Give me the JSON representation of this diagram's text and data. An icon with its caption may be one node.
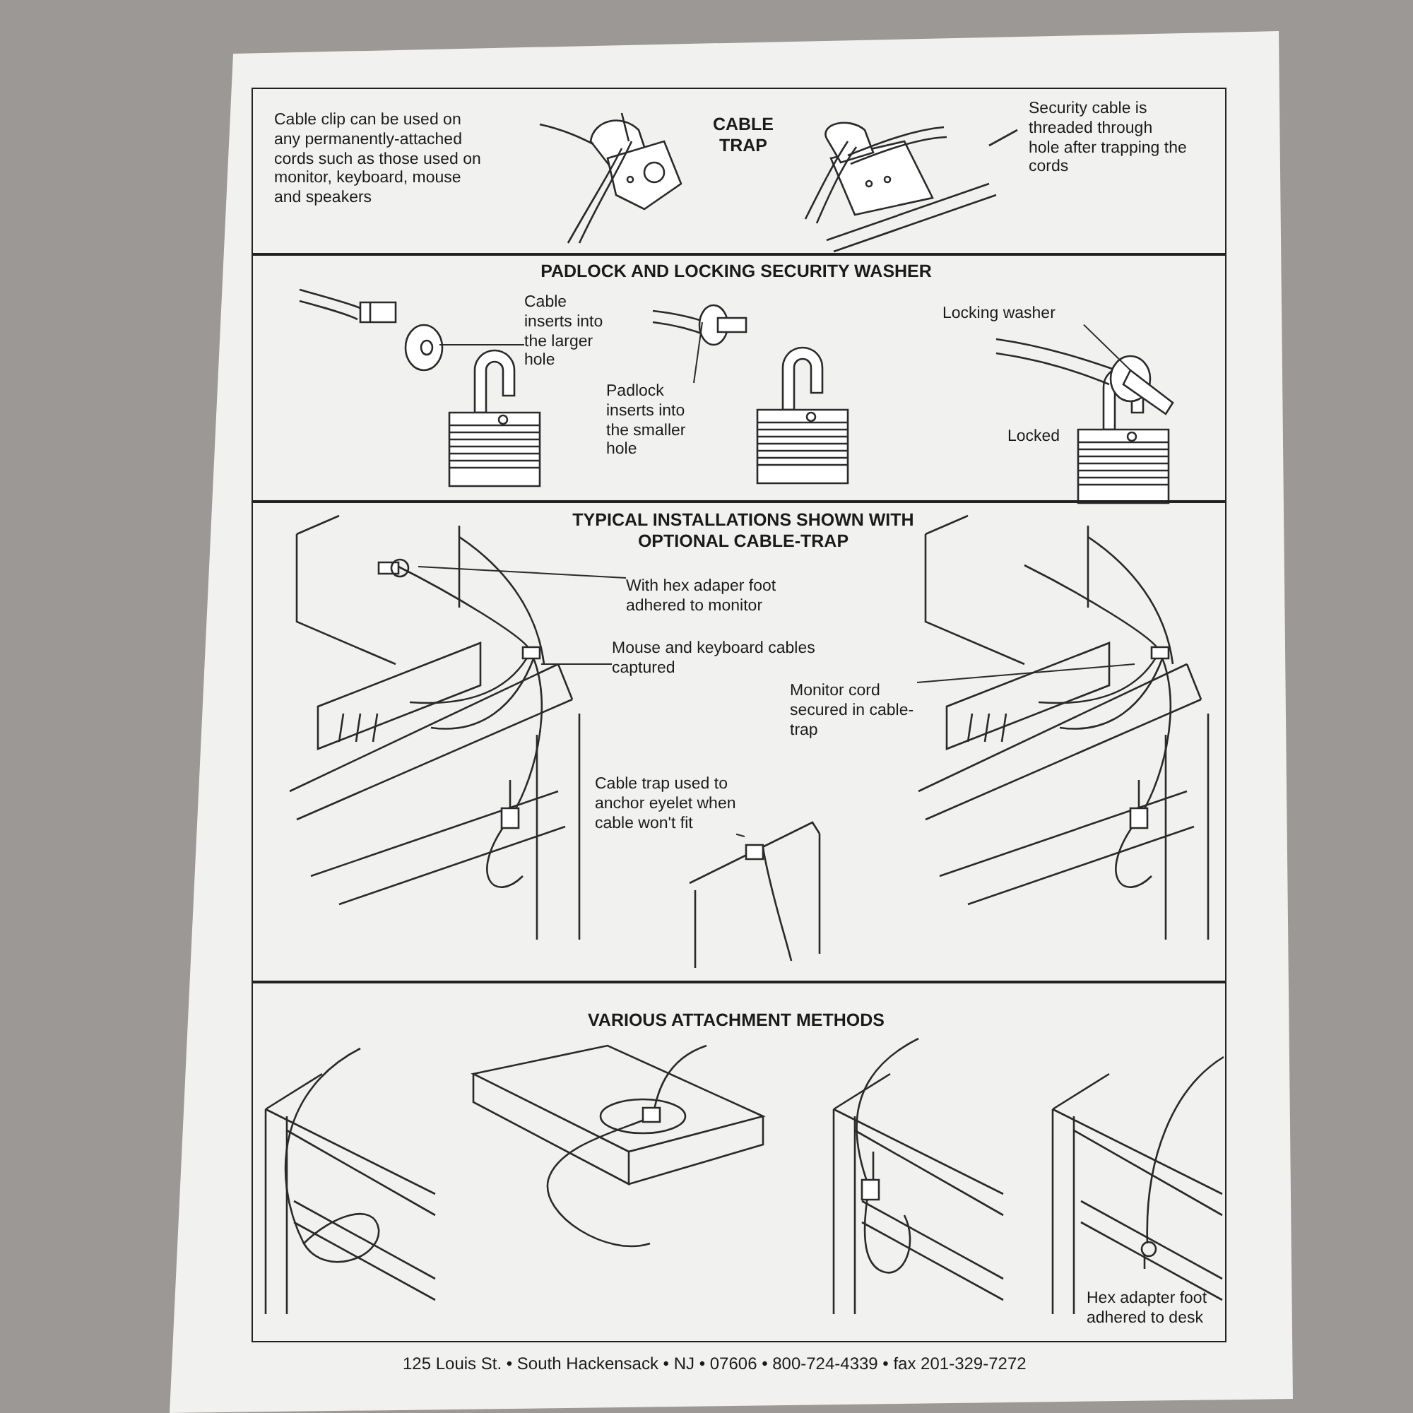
{
  "diagram": {
    "nodes": [
      {
        "text": [
          "Cable clip can be used on any permanently-attached cords such as those used on monitor, keyboard, mouse and speakers",
          "CABLE TRAP",
          "Security cable is threaded through hole after trapping the cords"
        ]
      },
      {
        "text": [
          "PADLOCK AND LOCKING SECURITY WASHER",
          "Locked"
        ]
      },
      {
        "text": [
          "Cable inserts into the larger hole"
        ],
        "in": 1
      },
      {
        "text": [
          "Padlock inserts into the smaller hole"
        ],
        "in": 1
      },
      {
        "text": [
          "Locking washer"
        ],
        "in": 1
      },
      {
        "text": [
          "TYPICAL INSTALLATIONS SHOWN WITH OPTIONAL CABLE-TRAP"
        ]
      },
      {
        "text": [
          "With hex adaper foot adhered to monitor"
        ],
        "in": 5
      },
      {
        "text": [
          "Mouse and keyboard cables captured"
        ],
        "in": 5
      },
      {
        "text": [
          "Monitor cord secured in cable-trap"
        ],
        "in": 5
      },
      {
        "text": [
          "Cable trap used to anchor eyelet when cable won't fit"
        ],
        "in": 5
      },
      {
        "text": [
          "VARIOUS ATTACHMENT METHODS",
          "Hex adapter foot adhered to desk"
        ]
      }
    ],
    "edges": [
      {
        "from": 2,
        "to": null,
        "arrow": "none"
      },
      {
        "from": 3,
        "to": null,
        "arrow": "none"
      },
      {
        "from": 4,
        "to": null,
        "arrow": "none"
      },
      {
        "from": 6,
        "to": null,
        "arrow": "none"
      },
      {
        "from": 7,
        "to": null,
        "arrow": "none"
      },
      {
        "from": 8,
        "to": null,
        "arrow": "none"
      },
      {
        "from": 9,
        "to": null,
        "arrow": "none"
      }
    ],
    "labels": [
      "125 Louis St. • South Hackensack • NJ • 07606 • 800-724-4339 • fax 201-329-7272"
    ]
  }
}
